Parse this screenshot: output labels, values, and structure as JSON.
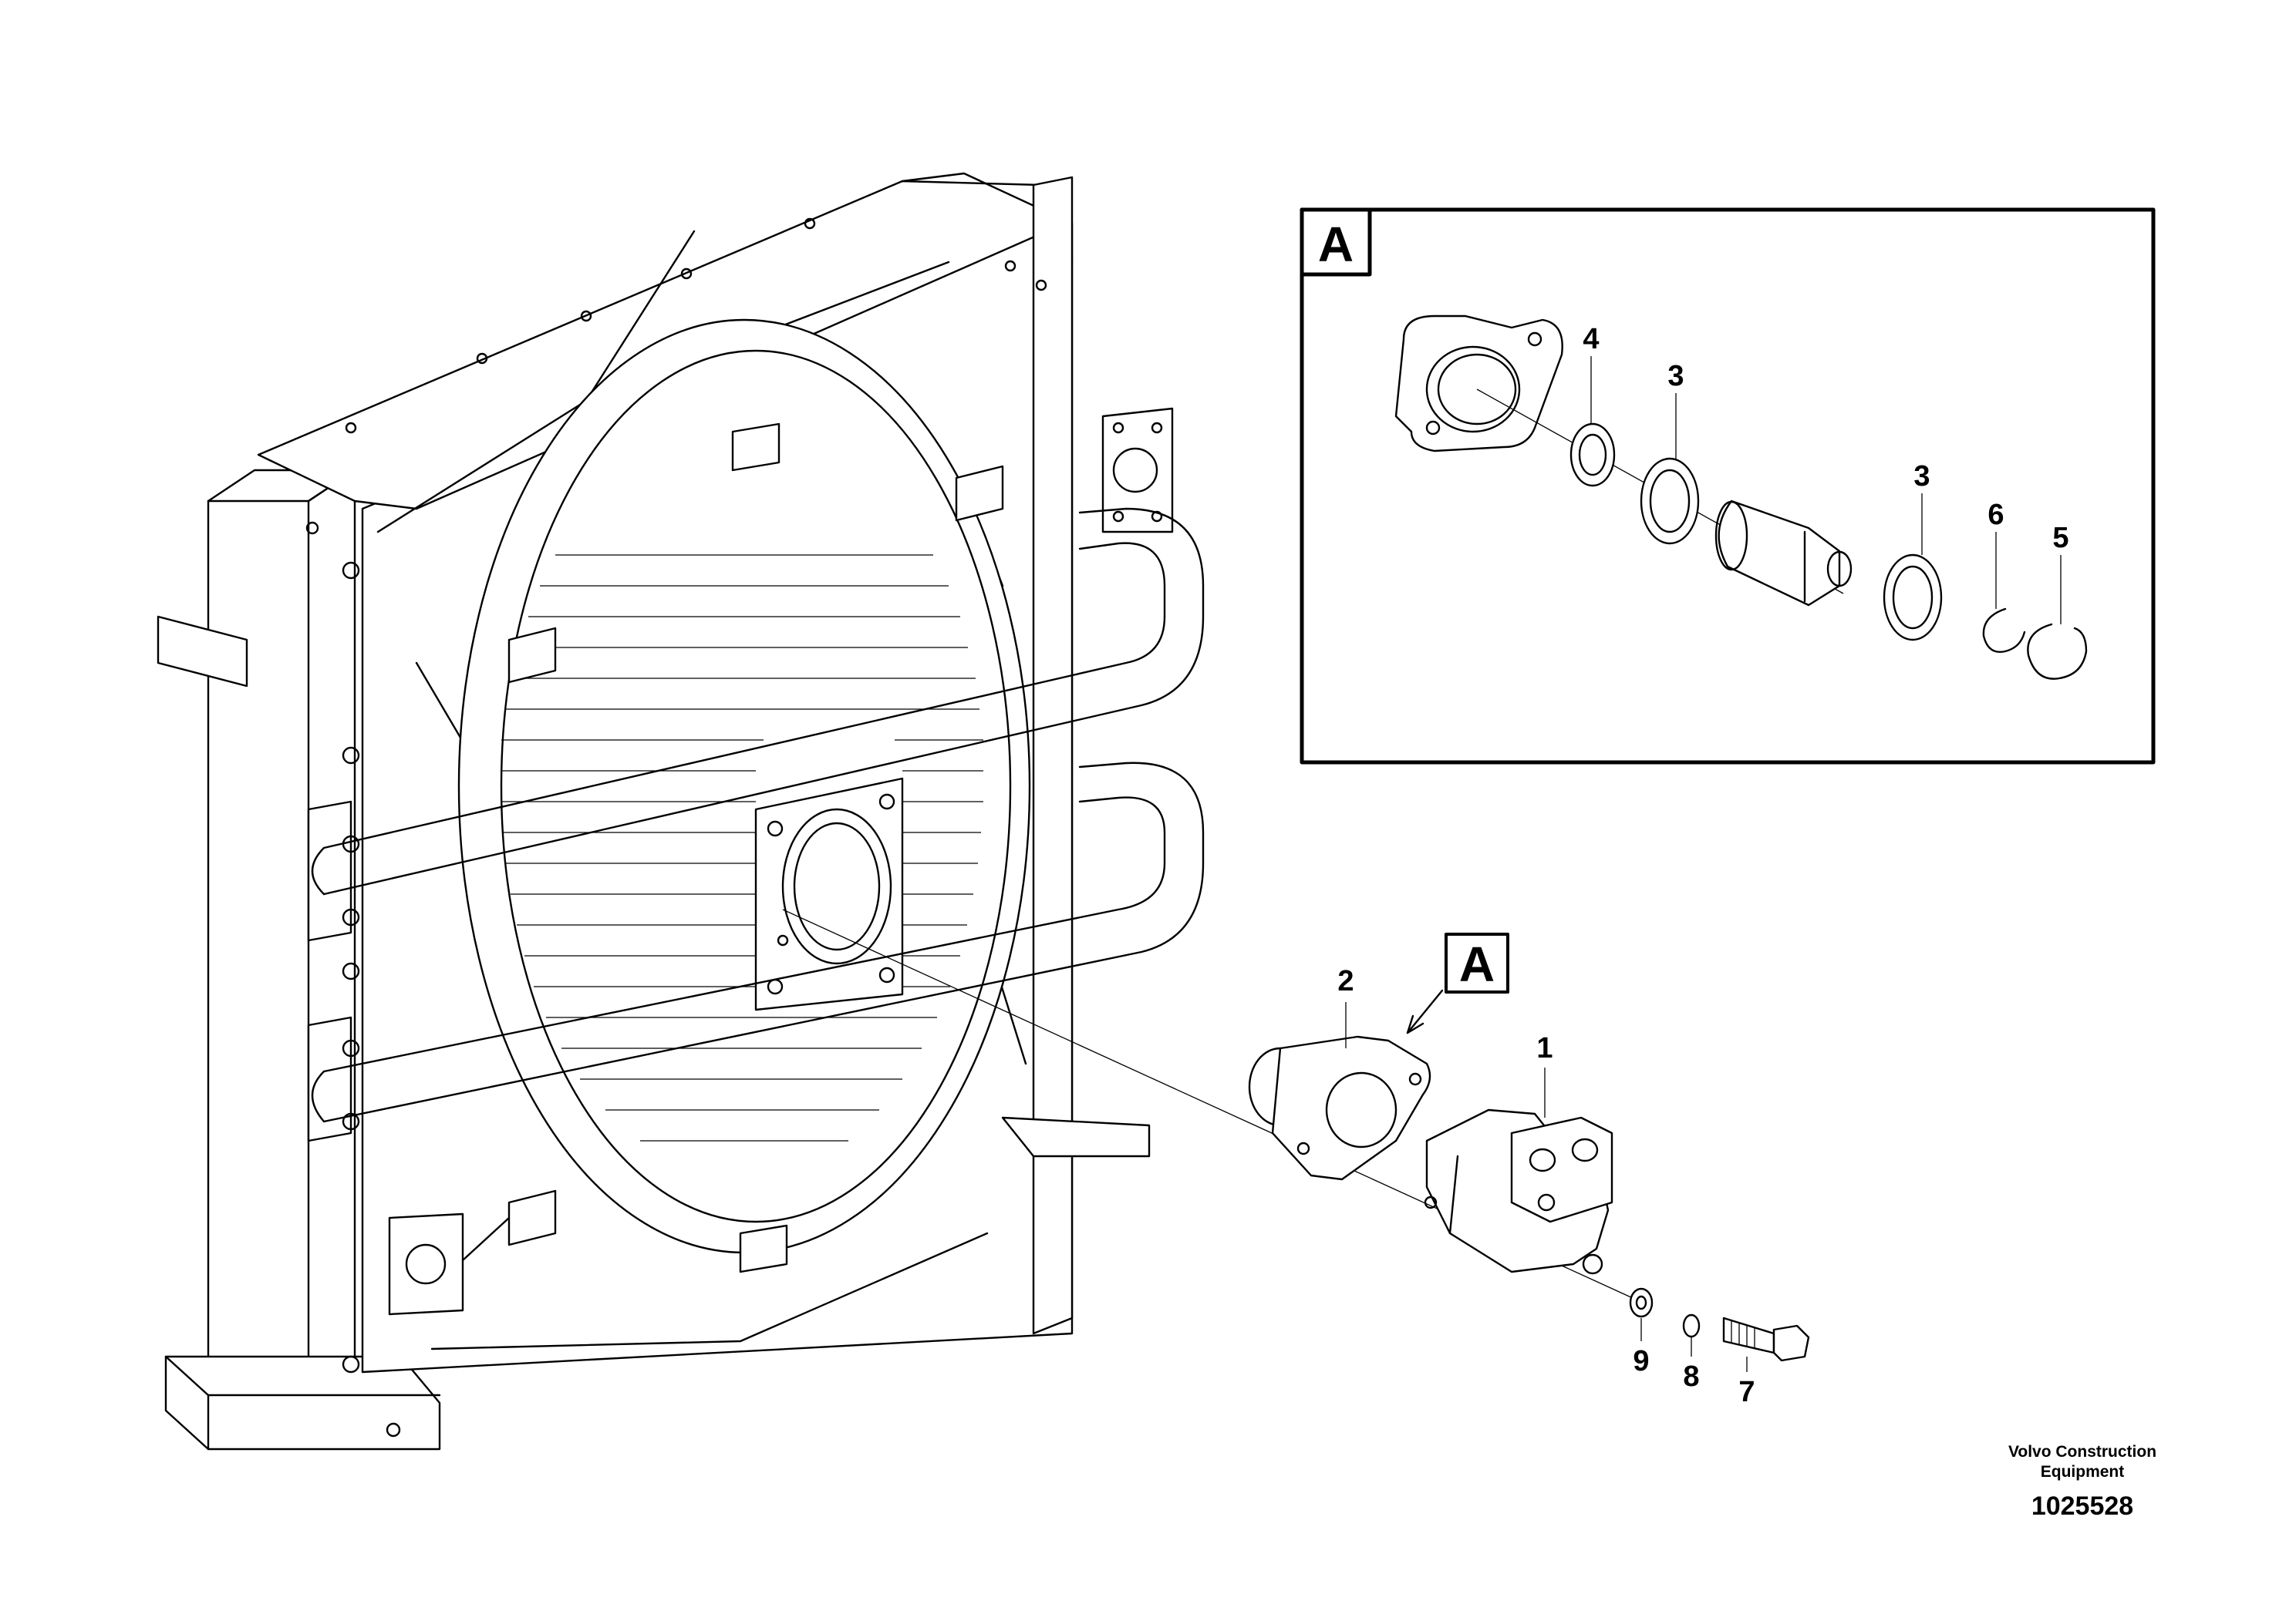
{
  "callouts": {
    "detail_letter": "A",
    "ref_letter": "A",
    "p1": "1",
    "p2": "2",
    "p3a": "3",
    "p3b": "3",
    "p4": "4",
    "p5": "5",
    "p6": "6",
    "p7": "7",
    "p8": "8",
    "p9": "9"
  },
  "footer": {
    "brand_line1": "Volvo Construction",
    "brand_line2": "Equipment",
    "code": "1025528"
  }
}
